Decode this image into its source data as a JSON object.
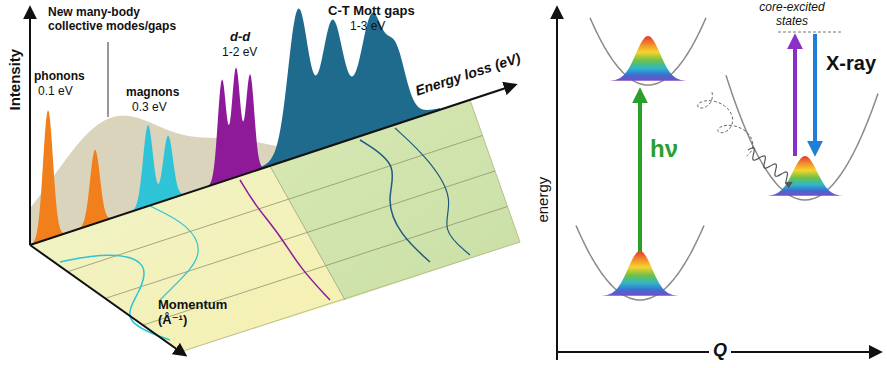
{
  "diagram": {
    "labels": [
      "Intensity",
      "New many-body collective modes/gaps",
      "phonons",
      "0.1 eV",
      "magnons",
      "0.3 eV",
      "d-d",
      "1-2 eV",
      "C-T Mott gaps",
      "1-3 eV",
      "Energy loss (eV)",
      "Momentum (Å⁻¹)",
      "energy",
      "core-excited states",
      "hν",
      "X-ray",
      "Q"
    ]
  }
}
